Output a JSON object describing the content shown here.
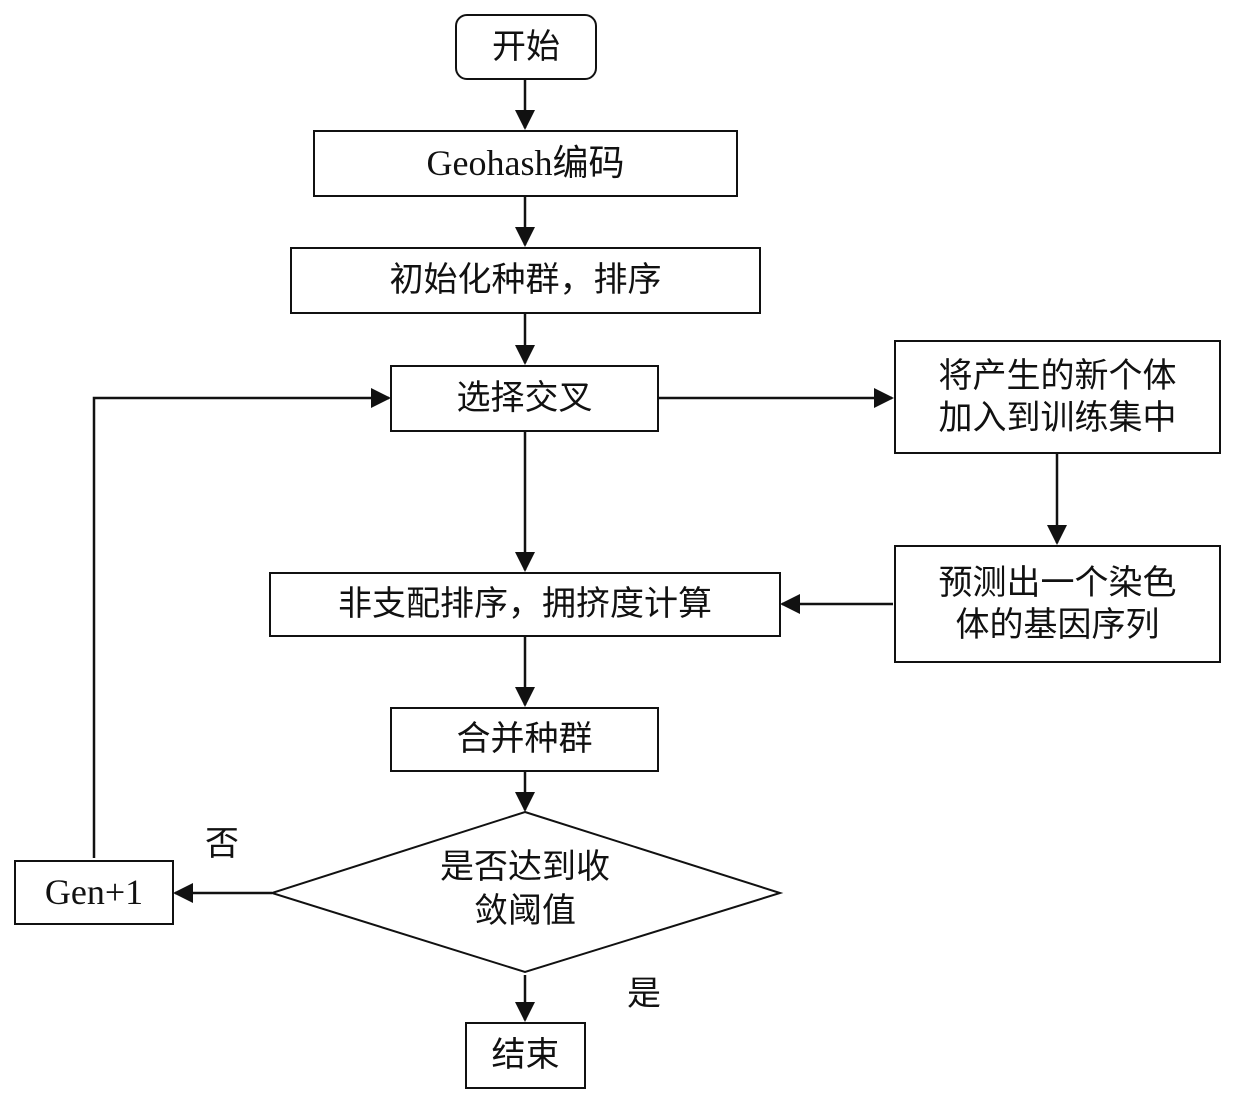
{
  "nodes": {
    "start": "开始",
    "geohash": "Geohash编码",
    "init": "初始化种群，排序",
    "select": "选择交叉",
    "add_train": "将产生的新个体\n加入到训练集中",
    "predict": "预测出一个染色\n体的基因序列",
    "nondominated": "非支配排序，拥挤度计算",
    "merge": "合并种群",
    "decision": "是否达到收\n敛阈值",
    "gen": "Gen+1",
    "end": "结束"
  },
  "edge_labels": {
    "no": "否",
    "yes": "是"
  }
}
